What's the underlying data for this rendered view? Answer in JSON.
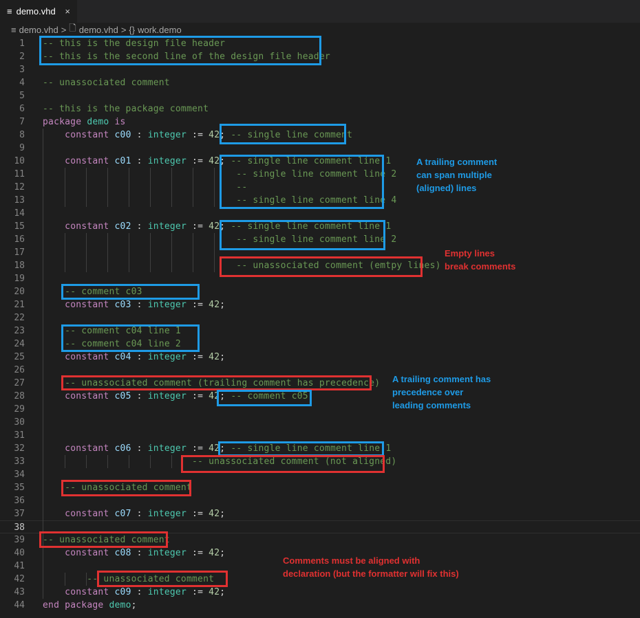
{
  "tab": {
    "icon": "≡",
    "label": "demo.vhd",
    "close": "×"
  },
  "breadcrumbs": {
    "items": [
      "demo.vhd",
      "demo.vhd",
      "work.demo"
    ],
    "separators": [
      ">",
      ">"
    ],
    "icons": [
      "≡",
      "🗋",
      "{}"
    ]
  },
  "lines": [
    {
      "n": "1",
      "t": [
        {
          "s": "-- this is the design file header",
          "c": "cm"
        }
      ]
    },
    {
      "n": "2",
      "t": [
        {
          "s": "-- this is the second line of the design file header",
          "c": "cm"
        }
      ]
    },
    {
      "n": "3",
      "t": []
    },
    {
      "n": "4",
      "t": [
        {
          "s": "-- unassociated comment",
          "c": "cm"
        }
      ]
    },
    {
      "n": "5",
      "t": []
    },
    {
      "n": "6",
      "t": [
        {
          "s": "-- this is the package comment",
          "c": "cm"
        }
      ]
    },
    {
      "n": "7",
      "t": [
        {
          "s": "package",
          "c": "kw"
        },
        {
          "s": " "
        },
        {
          "s": "demo",
          "c": "ty"
        },
        {
          "s": " "
        },
        {
          "s": "is",
          "c": "kw"
        }
      ]
    },
    {
      "n": "8",
      "t": [
        {
          "s": "    "
        },
        {
          "s": "constant",
          "c": "kw"
        },
        {
          "s": " "
        },
        {
          "s": "c00",
          "c": "nm"
        },
        {
          "s": " : "
        },
        {
          "s": "integer",
          "c": "ty"
        },
        {
          "s": " := "
        },
        {
          "s": "42",
          "c": "nu"
        },
        {
          "s": "; "
        },
        {
          "s": "-- single line comment",
          "c": "cm"
        }
      ]
    },
    {
      "n": "9",
      "t": []
    },
    {
      "n": "10",
      "t": [
        {
          "s": "    "
        },
        {
          "s": "constant",
          "c": "kw"
        },
        {
          "s": " "
        },
        {
          "s": "c01",
          "c": "nm"
        },
        {
          "s": " : "
        },
        {
          "s": "integer",
          "c": "ty"
        },
        {
          "s": " := "
        },
        {
          "s": "42",
          "c": "nu"
        },
        {
          "s": "; "
        },
        {
          "s": "-- single line comment line 1",
          "c": "cm"
        }
      ]
    },
    {
      "n": "11",
      "t": [
        {
          "s": "                                   "
        },
        {
          "s": "-- single line comment line 2",
          "c": "cm"
        }
      ]
    },
    {
      "n": "12",
      "t": [
        {
          "s": "                                   "
        },
        {
          "s": "--",
          "c": "cm"
        }
      ]
    },
    {
      "n": "13",
      "t": [
        {
          "s": "                                   "
        },
        {
          "s": "-- single line comment line 4",
          "c": "cm"
        }
      ]
    },
    {
      "n": "14",
      "t": []
    },
    {
      "n": "15",
      "t": [
        {
          "s": "    "
        },
        {
          "s": "constant",
          "c": "kw"
        },
        {
          "s": " "
        },
        {
          "s": "c02",
          "c": "nm"
        },
        {
          "s": " : "
        },
        {
          "s": "integer",
          "c": "ty"
        },
        {
          "s": " := "
        },
        {
          "s": "42",
          "c": "nu"
        },
        {
          "s": "; "
        },
        {
          "s": "-- single line comment line 1",
          "c": "cm"
        }
      ]
    },
    {
      "n": "16",
      "t": [
        {
          "s": "                                   "
        },
        {
          "s": "-- single line comment line 2",
          "c": "cm"
        }
      ]
    },
    {
      "n": "17",
      "t": []
    },
    {
      "n": "18",
      "t": [
        {
          "s": "                                   "
        },
        {
          "s": "-- unassociated comment (emtpy lines)",
          "c": "cm"
        }
      ]
    },
    {
      "n": "19",
      "t": []
    },
    {
      "n": "20",
      "t": [
        {
          "s": "    "
        },
        {
          "s": "-- comment c03",
          "c": "cm"
        }
      ]
    },
    {
      "n": "21",
      "t": [
        {
          "s": "    "
        },
        {
          "s": "constant",
          "c": "kw"
        },
        {
          "s": " "
        },
        {
          "s": "c03",
          "c": "nm"
        },
        {
          "s": " : "
        },
        {
          "s": "integer",
          "c": "ty"
        },
        {
          "s": " := "
        },
        {
          "s": "42",
          "c": "nu"
        },
        {
          "s": ";"
        }
      ]
    },
    {
      "n": "22",
      "t": []
    },
    {
      "n": "23",
      "t": [
        {
          "s": "    "
        },
        {
          "s": "-- comment c04 line 1",
          "c": "cm"
        }
      ]
    },
    {
      "n": "24",
      "t": [
        {
          "s": "    "
        },
        {
          "s": "-- comment c04 line 2",
          "c": "cm"
        }
      ]
    },
    {
      "n": "25",
      "t": [
        {
          "s": "    "
        },
        {
          "s": "constant",
          "c": "kw"
        },
        {
          "s": " "
        },
        {
          "s": "c04",
          "c": "nm"
        },
        {
          "s": " : "
        },
        {
          "s": "integer",
          "c": "ty"
        },
        {
          "s": " := "
        },
        {
          "s": "42",
          "c": "nu"
        },
        {
          "s": ";"
        }
      ]
    },
    {
      "n": "26",
      "t": []
    },
    {
      "n": "27",
      "t": [
        {
          "s": "    "
        },
        {
          "s": "-- unassociated comment (trailing comment has precedence)",
          "c": "cm"
        }
      ]
    },
    {
      "n": "28",
      "t": [
        {
          "s": "    "
        },
        {
          "s": "constant",
          "c": "kw"
        },
        {
          "s": " "
        },
        {
          "s": "c05",
          "c": "nm"
        },
        {
          "s": " : "
        },
        {
          "s": "integer",
          "c": "ty"
        },
        {
          "s": " := "
        },
        {
          "s": "42",
          "c": "nu"
        },
        {
          "s": "; "
        },
        {
          "s": "-- comment c05",
          "c": "cm"
        }
      ]
    },
    {
      "n": "29",
      "t": []
    },
    {
      "n": "30",
      "t": []
    },
    {
      "n": "31",
      "t": []
    },
    {
      "n": "32",
      "t": [
        {
          "s": "    "
        },
        {
          "s": "constant",
          "c": "kw"
        },
        {
          "s": " "
        },
        {
          "s": "c06",
          "c": "nm"
        },
        {
          "s": " : "
        },
        {
          "s": "integer",
          "c": "ty"
        },
        {
          "s": " := "
        },
        {
          "s": "42",
          "c": "nu"
        },
        {
          "s": "; "
        },
        {
          "s": "-- single line comment line 1",
          "c": "cm"
        }
      ]
    },
    {
      "n": "33",
      "t": [
        {
          "s": "                           "
        },
        {
          "s": "-- unassociated comment (not aligned)",
          "c": "cm"
        }
      ]
    },
    {
      "n": "34",
      "t": []
    },
    {
      "n": "35",
      "t": [
        {
          "s": "    "
        },
        {
          "s": "-- unassociated comment",
          "c": "cm"
        }
      ]
    },
    {
      "n": "36",
      "t": []
    },
    {
      "n": "37",
      "t": [
        {
          "s": "    "
        },
        {
          "s": "constant",
          "c": "kw"
        },
        {
          "s": " "
        },
        {
          "s": "c07",
          "c": "nm"
        },
        {
          "s": " : "
        },
        {
          "s": "integer",
          "c": "ty"
        },
        {
          "s": " := "
        },
        {
          "s": "42",
          "c": "nu"
        },
        {
          "s": ";"
        }
      ]
    },
    {
      "n": "38",
      "t": []
    },
    {
      "n": "39",
      "t": [
        {
          "s": "-- unassociated comment",
          "c": "cm"
        }
      ]
    },
    {
      "n": "40",
      "t": [
        {
          "s": "    "
        },
        {
          "s": "constant",
          "c": "kw"
        },
        {
          "s": " "
        },
        {
          "s": "c08",
          "c": "nm"
        },
        {
          "s": " : "
        },
        {
          "s": "integer",
          "c": "ty"
        },
        {
          "s": " := "
        },
        {
          "s": "42",
          "c": "nu"
        },
        {
          "s": ";"
        }
      ]
    },
    {
      "n": "41",
      "t": []
    },
    {
      "n": "42",
      "t": [
        {
          "s": "        "
        },
        {
          "s": "-- unassociated comment",
          "c": "cm"
        }
      ]
    },
    {
      "n": "43",
      "t": [
        {
          "s": "    "
        },
        {
          "s": "constant",
          "c": "kw"
        },
        {
          "s": " "
        },
        {
          "s": "c09",
          "c": "nm"
        },
        {
          "s": " : "
        },
        {
          "s": "integer",
          "c": "ty"
        },
        {
          "s": " := "
        },
        {
          "s": "42",
          "c": "nu"
        },
        {
          "s": ";"
        }
      ]
    },
    {
      "n": "44",
      "t": [
        {
          "s": "end",
          "c": "kw"
        },
        {
          "s": " "
        },
        {
          "s": "package",
          "c": "kw"
        },
        {
          "s": " "
        },
        {
          "s": "demo",
          "c": "ty"
        },
        {
          "s": ";"
        }
      ]
    }
  ],
  "notes": {
    "trailing_span": "A trailing comment\ncan span multiple\n(aligned) lines",
    "empty_lines": "Empty lines\nbreak comments",
    "precedence": "A trailing comment has\nprecedence over\nleading comments",
    "alignment": "Comments must be aligned with\ndeclaration (but the formatter will fix this)"
  },
  "colors": {
    "keyword": "#c586c0",
    "type": "#4ec9b0",
    "identifier": "#9cdcfe",
    "number": "#b5cea8",
    "comment": "#6a9955",
    "associated_box": "#1e9be6",
    "unassociated_box": "#e03131"
  }
}
